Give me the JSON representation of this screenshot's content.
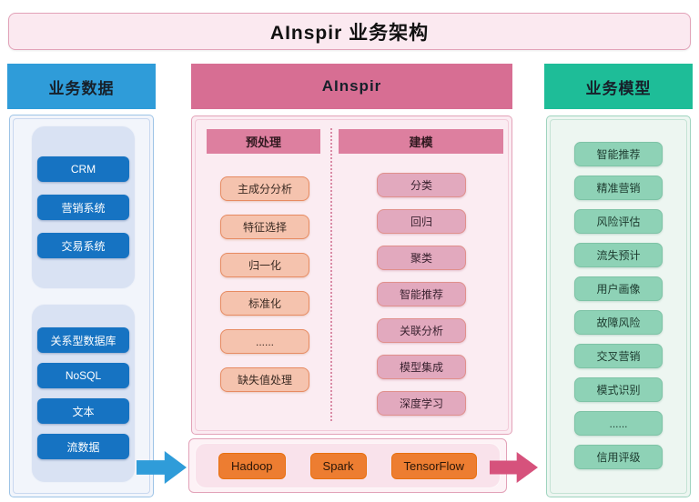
{
  "title": "AInspir 业务架构",
  "columns": {
    "data": {
      "header": "业务数据",
      "groups": [
        {
          "items": [
            "CRM",
            "营销系统",
            "交易系统"
          ]
        },
        {
          "items": [
            "关系型数据库",
            "NoSQL",
            "文本",
            "流数据"
          ]
        }
      ]
    },
    "platform": {
      "header": "AInspir",
      "sections": [
        {
          "header": "预处理",
          "items": [
            "主成分分析",
            "特征选择",
            "归一化",
            "标准化",
            "......",
            "缺失值处理"
          ]
        },
        {
          "header": "建模",
          "items": [
            "分类",
            "回归",
            "聚类",
            "智能推荐",
            "关联分析",
            "模型集成",
            "深度学习"
          ]
        }
      ],
      "frameworks": [
        "Hadoop",
        "Spark",
        "TensorFlow"
      ]
    },
    "models": {
      "header": "业务模型",
      "items": [
        "智能推荐",
        "精准营销",
        "风险评估",
        "流失预计",
        "用户画像",
        "故障风险",
        "交叉营销",
        "模式识别",
        "......",
        "信用评级"
      ]
    }
  },
  "colors": {
    "title_bg": "#FBE9F0",
    "title_border": "#E2A2B8",
    "data_header_bg": "#2F9CD9",
    "data_button_bg": "#1673C2",
    "platform_header_bg": "#D76E93",
    "platform_subheader_bg": "#DD7F9F",
    "preprocess_button_bg": "#F5C3AE",
    "model_button_bg": "#E2A9BE",
    "framework_button_bg": "#ED7D31",
    "models_header_bg": "#1EBD98",
    "models_button_bg": "#8ED2B6",
    "arrow_blue": "#2F9CD9",
    "arrow_pink": "#D6527C"
  }
}
